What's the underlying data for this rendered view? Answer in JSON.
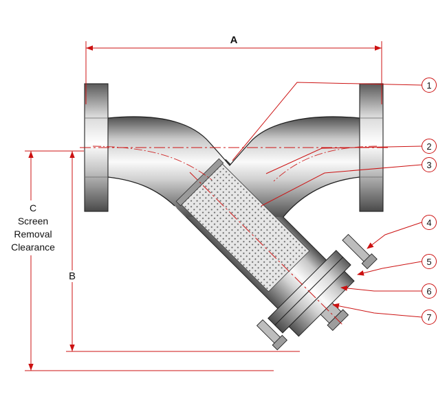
{
  "diagram": {
    "type": "technical-drawing",
    "subject": "y-strainer-cross-section",
    "dimension_labels": {
      "a": "A",
      "b": "B",
      "c": "C"
    },
    "c_note": {
      "line1": "Screen",
      "line2": "Removal",
      "line3": "Clearance"
    },
    "callouts": [
      "1",
      "2",
      "3",
      "4",
      "5",
      "6",
      "7"
    ],
    "colors": {
      "annotation_red": "#cc1111",
      "outline": "#222222",
      "metal_light": "#f8f8f8",
      "metal_dark": "#555555"
    }
  }
}
